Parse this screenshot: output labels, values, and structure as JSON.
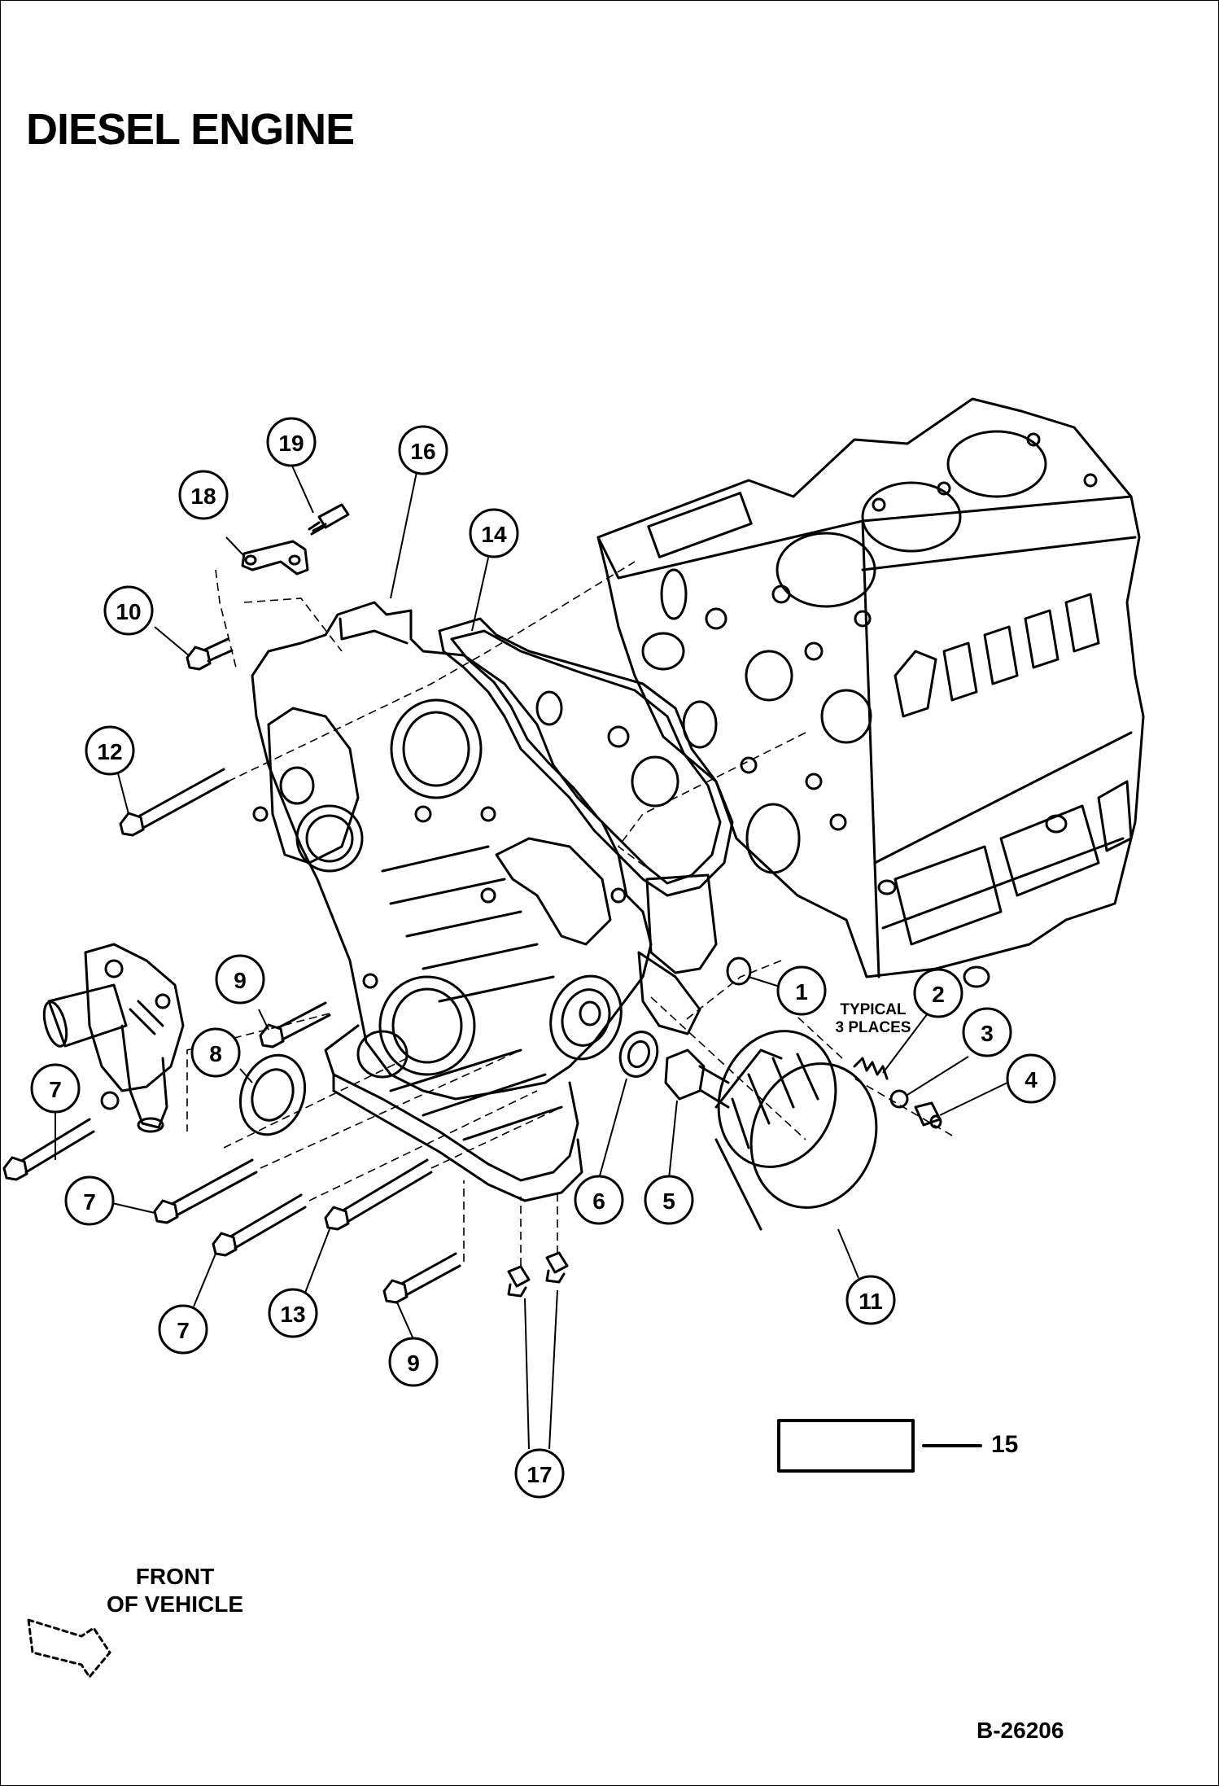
{
  "title": "DIESEL ENGINE",
  "front_label": [
    "FRONT",
    "OF VEHICLE"
  ],
  "typical_note": [
    "TYPICAL",
    "3 PLACES"
  ],
  "box_label": "15",
  "doc_number": "B-26206",
  "callouts": [
    "1",
    "2",
    "3",
    "4",
    "5",
    "6",
    "7",
    "7",
    "7",
    "8",
    "9",
    "9",
    "10",
    "11",
    "12",
    "13",
    "14",
    "16",
    "17",
    "18",
    "19"
  ]
}
